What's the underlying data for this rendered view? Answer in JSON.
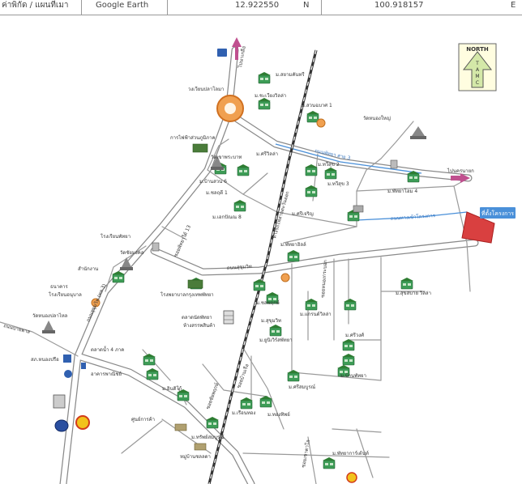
{
  "header": {
    "coord_label": "ค่าพิกัด / แผนที่เมา",
    "source": "Google Earth",
    "latitude": "12.922550",
    "lat_dir": "N",
    "longitude": "100.918157",
    "lon_dir": "E"
  },
  "map": {
    "north_arrow": {
      "label": "NORTH",
      "letters": [
        "T",
        "A",
        "M",
        "C"
      ]
    },
    "site_label": "ที่ตั้งโครงการ",
    "labels": {
      "north_road_top": "ไปนาเกลือ",
      "roundabout": "วงเวียนปลาโลมา",
      "east_road": "ไปนครนายก",
      "road_top_right_blue": "ถนนพัทยา สาย 3",
      "blue_road_right": "ถนนทางเข้าโครงการ",
      "railway": "ทางรถไฟสายตะวันออก",
      "soi_13": "ซอยพัทยาใต้ 13",
      "sukhumvit": "ถนนสุขุมวิท",
      "sukhumvit_left": "ถนนสุขุมวิท (ทล.3)",
      "hwy_left_road": "ถนนบายพาส",
      "soi_right": "ซอยหนองกระบอก",
      "soi_lower": "ซอยชัยพฤกษ์",
      "soi_lower2": "ซอยบ้านเรือ",
      "soi_bottom_right": "ซอยเขาตาโล",
      "school": "โรงเรียนพัทยา",
      "village_1": "ม.สยามคันทรี",
      "village_2": "ม.ชะเวียงวิลล่า",
      "village_3": "ม.สวนฉบาศ 1",
      "village_4": "ม.ทวีสุข 2",
      "village_5": "ม.ทวีสุข 3",
      "village_6": "ม.พัทยาโฮม 4",
      "village_7": "ม.บ้านสวน 6",
      "village_8": "ม.ศรีวิลล่า",
      "village_9": "ม.สุขสบาย วิลล่า",
      "village_10": "ม.ชลพฤกษ์",
      "village_11": "ม.ศรีเจริญ",
      "village_12": "ม.แกรนด์วิลล่า",
      "village_13": "ม.ศรีวงศ์",
      "village_14": "ม.บ้านพัทยา",
      "village_15": "ม.สุขุมวิท",
      "village_16": "ม.ยูนิเวิร์สพัทยา",
      "village_17": "ม.พัทยาฮิลล์",
      "village_18": "ม.เรือนทอง",
      "village_19": "ม.ทองทิพย์",
      "village_20": "ม.ศรีสมบูรณ์",
      "village_21": "ม.ชลฤดี 1",
      "village_22": "ม.เอกปัณณ 8",
      "temple_1": "วัดเขาพระบาท",
      "temple_2": "วัดหนองใหญ่",
      "temple_3": "วัดชัยมงคล",
      "temple_left": "วัดหนองปลาไหล",
      "hospital": "โรงพยาบาลกรุงเทพพัทยา",
      "police": "สภ.หนองปรือ",
      "market": "ตลาดนัดพัทยา",
      "mall": "ห้างสรรพสินค้า",
      "power": "การไฟฟ้าส่วนภูมิภาค",
      "office": "สำนักงาน",
      "bank": "ธนาคาร",
      "school2": "โรงเรียนอนุบาล",
      "bottom_1": "ตลาดน้ำ 4 ภาค",
      "bottom_2": "อาคารพาณิชย์",
      "bottom_3": "ศูนย์การค้า",
      "bottom_4": "ม.ทรัพย์สมบูรณ์",
      "bottom_5": "ม.พัทยาการ์เด้นท์",
      "bottom_6": "หมู่บ้านชลลดา",
      "bottom_7": "ม.อินดิโก้"
    }
  }
}
